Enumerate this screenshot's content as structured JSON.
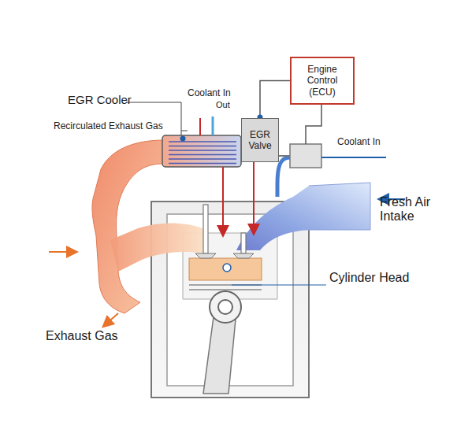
{
  "diagram": {
    "nodes": [
      {
        "text": [
          "Engine Control (ECU)"
        ]
      },
      {
        "text": [
          "EGR Valve"
        ]
      }
    ],
    "edges": [
      {
        "from": 0,
        "to": 1,
        "arrow": "none"
      }
    ],
    "labels": [
      "EGR Cooler",
      "Recirculated Exhaust Gas",
      "Coolant In",
      "Out",
      "Coolant In",
      "Fresh Air Intake",
      "Cylinder Head",
      "Exhaust Gas"
    ]
  }
}
